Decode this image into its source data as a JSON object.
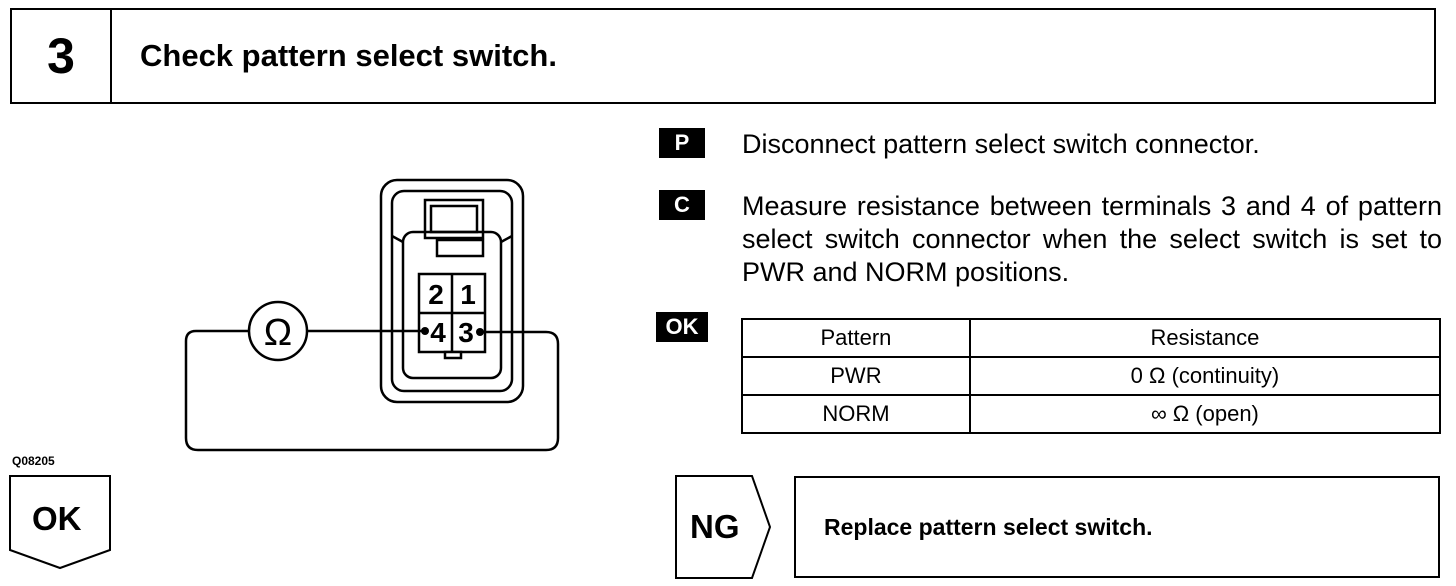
{
  "header": {
    "step_number": "3",
    "title": "Check pattern select switch."
  },
  "figure": {
    "code": "Q08205",
    "meter_symbol": "Ω",
    "terminals": [
      "2",
      "1",
      "4",
      "3"
    ]
  },
  "steps": [
    {
      "tag": "P",
      "text": "Disconnect pattern select switch connector."
    },
    {
      "tag": "C",
      "text": "Measure resistance between terminals 3 and 4 of pattern select switch connector when the select switch is set to PWR and NORM positions."
    }
  ],
  "ok_tag": "OK",
  "table": {
    "headers": [
      "Pattern",
      "Resistance"
    ],
    "rows": [
      [
        "PWR",
        "0 Ω (continuity)"
      ],
      [
        "NORM",
        "∞ Ω (open)"
      ]
    ]
  },
  "ok_label": "OK",
  "ng_label": "NG",
  "ng_action": "Replace pattern select switch."
}
